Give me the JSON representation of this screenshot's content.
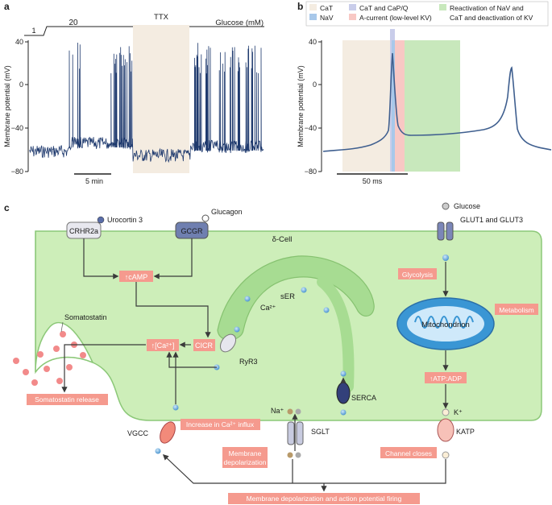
{
  "panel_a": {
    "label": "a",
    "glucose_low": "1",
    "glucose_high": "20",
    "glucose_caption": "Glucose (mM)",
    "ttx": "TTX",
    "ylabel": "Membrane potential (mV)",
    "yticks": [
      "40",
      "0",
      "−40",
      "−80"
    ],
    "scale": "5 min"
  },
  "panel_b": {
    "label": "b",
    "ylabel": "Membrane potential (mV)",
    "yticks": [
      "40",
      "0",
      "−40",
      "−80"
    ],
    "scale": "50 ms",
    "legend": {
      "cat": "CaT",
      "cat_capq": "CaT and CaP/Q",
      "reactivation_1": "Reactivation of NaV and",
      "reactivation_2": "CaT and deactivation of KV",
      "nav": "NaV",
      "acurrent": "A-current (low-level KV)"
    },
    "colors": {
      "cat": "#f4ece1",
      "cat_capq": "#c9cdea",
      "reactivation": "#c8e8bc",
      "nav": "#a8c8ea",
      "acurrent": "#f8c8c4",
      "trace": "#3f5f8f"
    }
  },
  "panel_c": {
    "label": "c",
    "cell": "δ-Cell",
    "crhr2a": "CRHR2a",
    "urocortin": "Urocortin 3",
    "gcgr": "GCGR",
    "glucagon": "Glucagon",
    "camp": "↑cAMP",
    "ser": "sER",
    "ca2": "Ca²⁺",
    "cicr": "CICR",
    "ca_rise": "↑[Ca²⁺]",
    "ryr3": "RyR3",
    "somatostatin": "Somatostatin",
    "somatostatin_release": "Somatostatin release",
    "serca": "SERCA",
    "glucose": "Glucose",
    "glut": "GLUT1 and GLUT3",
    "glycolysis": "Glycolysis",
    "mitochondrion": "Mitochondrion",
    "metabolism": "Metabolism",
    "atp_adp": "↑ATP:ADP",
    "k_plus": "K⁺",
    "katp": "KATP",
    "channel_closes": "Channel closes",
    "na_plus": "Na⁺",
    "sglt": "SGLT",
    "membrane_depol_1": "Membrane",
    "membrane_depol_2": "depolarization",
    "vgcc": "VGCC",
    "ca_influx": "Increase in Ca²⁺ influx",
    "ap_firing": "Membrane depolarization and action potential firing",
    "colors": {
      "cell_fill": "#cdeeb9",
      "cell_stroke": "#8cc878",
      "label_box": "#f59a8e",
      "arrow": "#3a3a3a",
      "dot": "#6aaee0"
    }
  }
}
